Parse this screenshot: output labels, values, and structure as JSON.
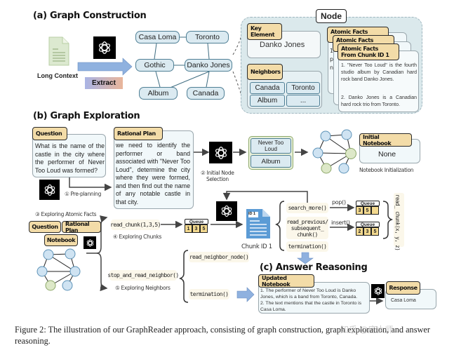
{
  "sections": {
    "a_title": "(a) Graph Construction",
    "b_title": "(b) Graph Exploration",
    "c_title": "(c) Answer Reasoning"
  },
  "graph_construction": {
    "long_context_label": "Long Context",
    "extract_label": "Extract",
    "nodes": [
      "Casa Loma",
      "Toronto",
      "Gothic",
      "Danko Jones",
      "Album",
      "Canada"
    ],
    "node_panel": {
      "title": "Node",
      "key_element_tag": "Key Element",
      "key_element_value": "Danko Jones",
      "neighbors_tag": "Neighbors",
      "neighbors": [
        "Canada",
        "Toronto",
        "Album",
        "..."
      ],
      "atomic_facts_tag": "Atomic Facts",
      "atomic_facts_front_tag_line1": "Atomic Facts",
      "atomic_facts_front_tag_line2": "From Chunk ID 1",
      "fact_1": "1. \"Never Too Loud\" is the fourth studio album by Canadian hard rock band Danko Jones.",
      "fact_2": "2. Danko Jones is a Canadian hard rock trio from Toronto.",
      "peek_lines": [
        "1",
        "p",
        "n"
      ]
    }
  },
  "graph_exploration": {
    "question_tag": "Question",
    "question_text": "What is the name of the castle in the city where the performer of Never Too Loud was formed?",
    "rational_plan_tag": "Rational Plan",
    "rational_plan_text": "we need to identify the performer or band associated with \"Never Too Loud\", determine the city where they were formed, and then find out the name of any notable castle in that city.",
    "step1_label": "① Pre-planning",
    "step2_label_line1": "② Initial Node",
    "step2_label_line2": "Selection",
    "initial_nodes": [
      "Never Too Loud",
      "Album"
    ],
    "initial_notebook_tag": "Initial Notebook",
    "initial_notebook_value": "None",
    "notebook_init_label": "Notebook Initialization",
    "step3_label": "③ Exploring Atomic Facts",
    "context_tags": [
      "Question",
      "Rational Plan",
      "Notebook"
    ],
    "read_chunk_func": "read_chunk(1,3,5)",
    "step4_label": "④ Exploring Chunks",
    "stop_and_read_func": "stop_and_read_neighbor()",
    "step5_label": "⑤ Exploring Neighbors",
    "queue_label": "Queue",
    "queue_initial": [
      "1",
      "3",
      "5"
    ],
    "chunk_doc_id": "ID 1",
    "chunk_label": "Chunk ID 1",
    "search_more_func": "search_more()",
    "read_prev_func": "read_previous/ subsequent_ chunk()",
    "termination_func": "termination()",
    "pop_label": "pop()",
    "insert_label": "insert()",
    "queue_after_pop": [
      "3",
      "5",
      ""
    ],
    "queue_after_insert": [
      "2",
      "3",
      "5"
    ],
    "read_chunk_xyz": "read_ chunk(x, y, z)",
    "read_neighbor_func": "read_neighbor_node()",
    "termination_func_2": "termination()"
  },
  "answer_reasoning": {
    "updated_notebook_tag": "Updated Notebook",
    "updated_notebook_text": "1. The performer of Never Too Loud is Danko Jones, which is a band from Toronto, Canada. 2. The text mentions that the castle in Toronto is Casa Loma.",
    "updated_line1": "1. The performer of Never Too Loud is Danko Jones, which is a band from Toronto, Canada.",
    "updated_line2": "2. The text mentions that the castle in Toronto is Casa Loma.",
    "response_tag": "Response",
    "response_value": "Casa Loma"
  },
  "caption": {
    "text": "Figure 2: The illustration of our GraphReader approach, consisting of graph construction, graph exploration, and answer reasoning."
  },
  "watermark": "知乎 @座大师",
  "colors": {
    "tag_fill": "#f3dca8",
    "node_fill": "#dbeaf1",
    "node_border": "#4f7f95",
    "panel_fill": "#dbe9ec",
    "card_fill": "#f1f8fa",
    "blue_arrow": "#8fb1df",
    "doc_blue": "#5b9bd5",
    "doc_green": "#dce9d0",
    "circle_blue": "#cfe3f2",
    "circle_green": "#dde8c8",
    "queue_fill": "#f3d98f"
  }
}
